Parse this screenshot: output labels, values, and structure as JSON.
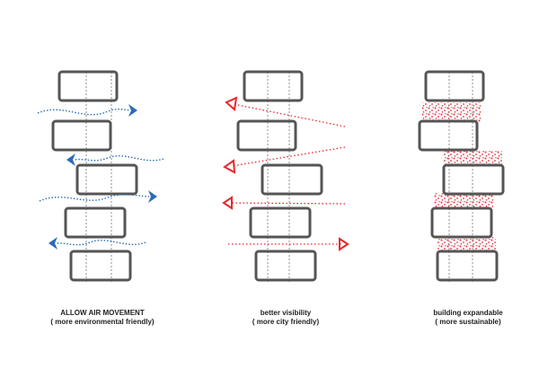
{
  "colors": {
    "outline": "#555555",
    "divider": "#777777",
    "air": "#2b6cb8",
    "visibility": "#e8262b",
    "expansion": "#e0303a",
    "text": "#222222"
  },
  "panels": [
    {
      "id": "air",
      "title": "ALLOW AIR MOVEMENT",
      "subtitle": "( more environmental friendly)"
    },
    {
      "id": "visibility",
      "title": "better visibility",
      "subtitle": "( more city friendly)"
    },
    {
      "id": "expand",
      "title": "building expandable",
      "subtitle": "( more sustainable)"
    }
  ]
}
